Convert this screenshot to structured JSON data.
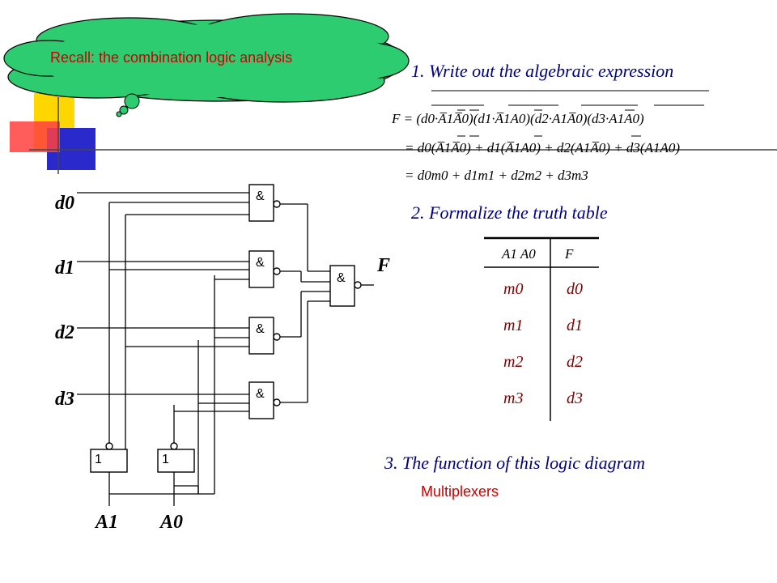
{
  "recall_note": "Recall: the combination logic analysis",
  "steps": [
    "1. Write out the algebraic expression",
    "2. Formalize the truth table",
    "3. The function of this logic diagram"
  ],
  "answer": "Multiplexers",
  "equation": {
    "line1": "F = (d0·A̅1A̅0)(d1·A̅1A0)(d2·A1A̅0)(d3·A1A0)",
    "line2": "= d0(A̅1A̅0) + d1(A̅1A0) + d2(A1A̅0) + d3(A1A0)",
    "line3": "= d0m0 + d1m1 + d2m2 + d3m3"
  },
  "truth_table": {
    "headers": [
      "A1 A0",
      "F"
    ],
    "rows": [
      [
        "m0",
        "d0"
      ],
      [
        "m1",
        "d1"
      ],
      [
        "m2",
        "d2"
      ],
      [
        "m3",
        "d3"
      ]
    ]
  },
  "diagram": {
    "inputs": [
      "d0",
      "d1",
      "d2",
      "d3"
    ],
    "selects": [
      "A1",
      "A0"
    ],
    "output": "F",
    "gate_symbol": "&",
    "inverter_symbol": "1"
  },
  "colors": {
    "cloud_fill": "#2ecc71",
    "title_text": "#cc0000",
    "step_text": "#000080",
    "equation_text": "#0000cc",
    "table_text": "#800000",
    "accent_yellow": "#ffd700",
    "accent_red": "#ff2020",
    "accent_blue": "#2a2acc"
  }
}
